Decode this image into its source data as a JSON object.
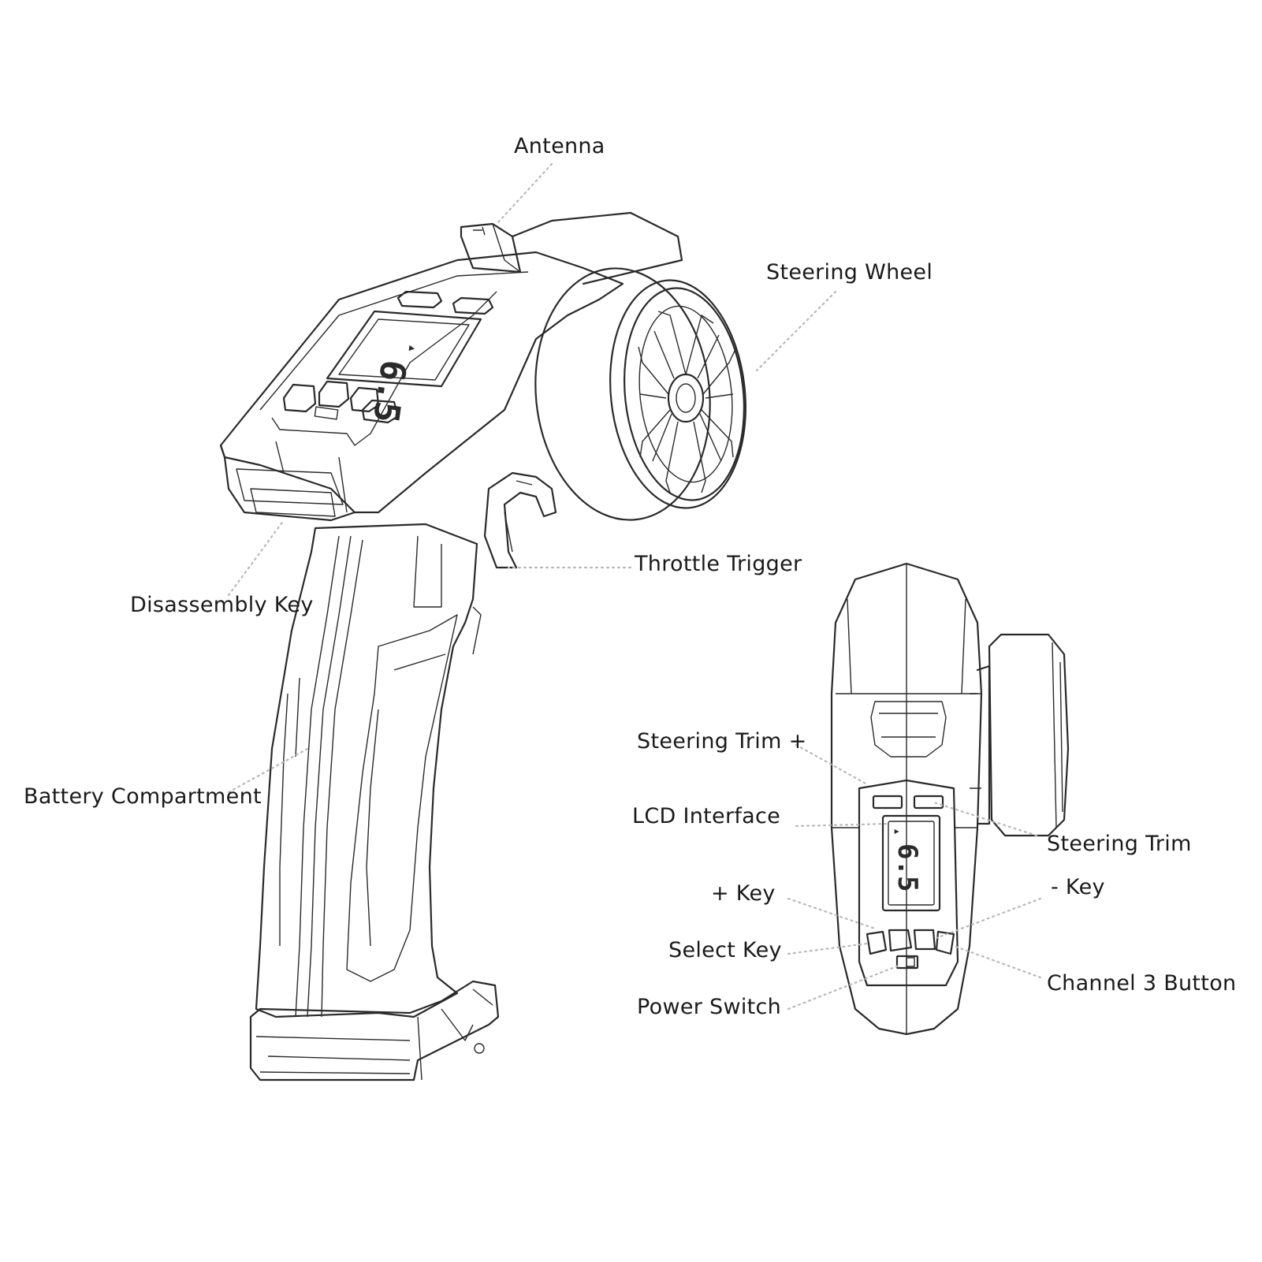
{
  "labels": {
    "antenna": "Antenna",
    "steering_wheel": "Steering Wheel",
    "throttle_trigger": "Throttle Trigger",
    "disassembly_key": "Disassembly Key",
    "battery_compartment": "Battery Compartment",
    "steering_trim_plus": "Steering Trim +",
    "lcd_interface": "LCD Interface",
    "steering_trim_minus_line1": "Steering Trim",
    "steering_trim_minus_line2": "- Key",
    "plus_key": "+ Key",
    "select_key": "Select Key",
    "power_switch": "Power Switch",
    "channel3_button": "Channel 3 Button"
  },
  "lcd": {
    "main_reading": "6.5",
    "arrow": "▲"
  },
  "colors": {
    "line": "#2a2a2a",
    "leader": "#b8b8b8",
    "text": "#1a1a1a",
    "background": "#ffffff"
  }
}
